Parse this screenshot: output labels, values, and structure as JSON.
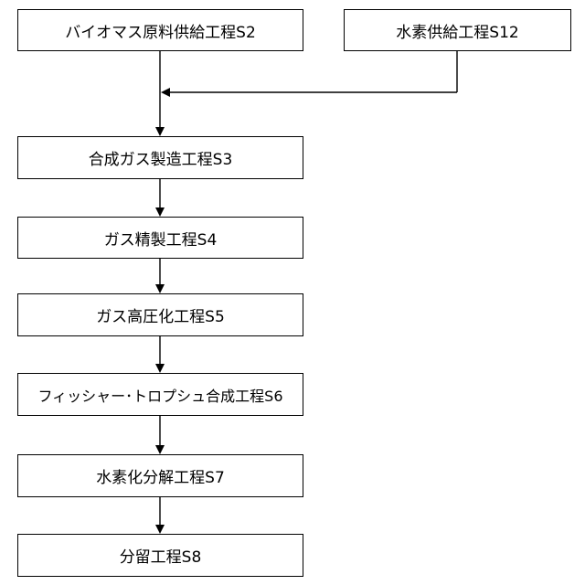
{
  "steps": {
    "s2": "バイオマス原料供給工程S2",
    "s12": "水素供給工程S12",
    "s3": "合成ガス製造工程S3",
    "s4": "ガス精製工程S4",
    "s5": "ガス高圧化工程S5",
    "s6": "フィッシャー･トロプシュ合成工程S6",
    "s7": "水素化分解工程S7",
    "s8": "分留工程S8"
  },
  "colors": {
    "line": "#000000",
    "box_fill": "#ffffff"
  }
}
